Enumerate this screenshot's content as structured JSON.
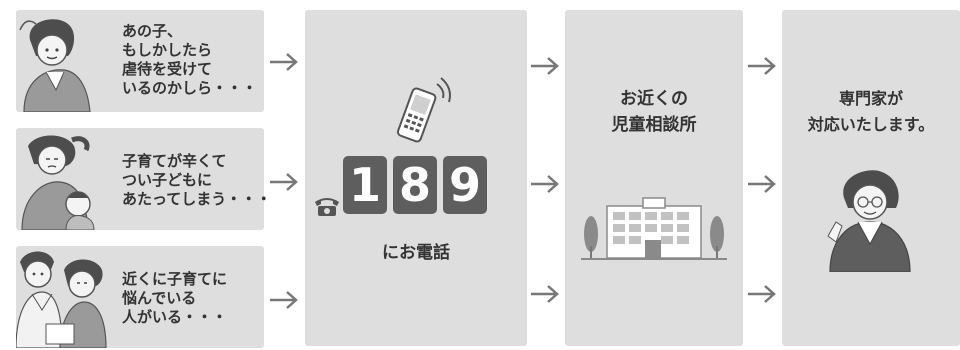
{
  "callers": [
    {
      "lines": [
        "あの子、",
        "もしかしたら",
        "虐待を受けて",
        "いるのかしら・・・"
      ]
    },
    {
      "lines": [
        "子育てが辛くて",
        "つい子どもに",
        "あたってしまう・・・"
      ]
    },
    {
      "lines": [
        "近くに子育てに",
        "悩んでいる",
        "人がいる・・・"
      ]
    }
  ],
  "hotline": {
    "digits": [
      "1",
      "8",
      "9"
    ],
    "label": "にお電話"
  },
  "center": {
    "lines": [
      "お近くの",
      "児童相談所"
    ]
  },
  "expert": {
    "lines": [
      "専門家が",
      "対応いたします。"
    ]
  },
  "icons": [
    "mobile-phone-icon",
    "telephone-icon",
    "building-icon",
    "expert-person-icon",
    "mother-icon",
    "mother-child-icon",
    "parent-couple-icon",
    "arrow-right-icon"
  ]
}
